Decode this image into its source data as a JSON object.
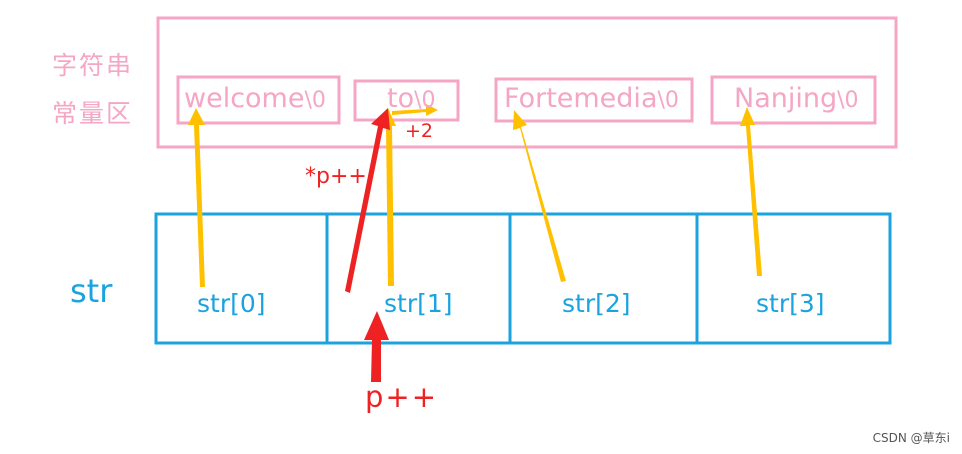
{
  "constant_area": {
    "label_line1": "字符串",
    "label_line2": "常量区"
  },
  "strings": [
    "welcome",
    "to",
    "Fortemedia",
    "Nanjing"
  ],
  "terminator": "\\0",
  "array": {
    "name": "str",
    "cells": [
      "str[0]",
      "str[1]",
      "str[2]",
      "str[3]"
    ]
  },
  "annotations": {
    "deref_increment": "*p++",
    "plus_two": "+2",
    "pointer_increment": "p++"
  },
  "watermark": "CSDN @草东i",
  "colors": {
    "pink": "#f4a6c4",
    "blue": "#1aa3df",
    "yellow_arrow": "#ffc000",
    "red_arrow": "#ee2222"
  }
}
